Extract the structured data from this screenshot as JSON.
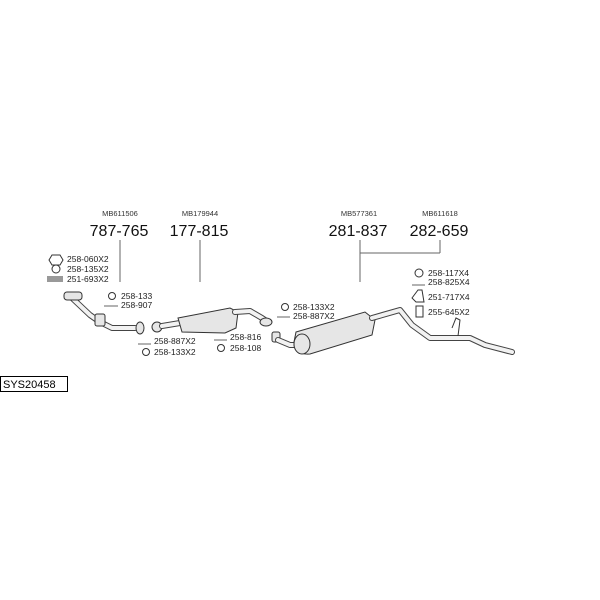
{
  "diagram_id": "SYS20458",
  "assemblies": [
    {
      "oem": "MB611506",
      "part": "787-765"
    },
    {
      "oem": "MB179944",
      "part": "177-815"
    },
    {
      "oem": "MB577361",
      "part": "281-837"
    },
    {
      "oem": "MB611618",
      "part": "282-659"
    }
  ],
  "fittings": {
    "front": [
      {
        "icon": "nut-icon",
        "label": "258-060X2"
      },
      {
        "icon": "ring-icon",
        "label": "258-135X2"
      },
      {
        "icon": "spring-icon",
        "label": "251-693X2"
      }
    ],
    "joint1": [
      {
        "icon": "gasket-icon",
        "label": "258-133"
      },
      {
        "icon": "bolt-icon",
        "label": "258-907"
      }
    ],
    "joint2": [
      {
        "icon": "bolt-icon",
        "label": "258-887X2"
      },
      {
        "icon": "gasket-icon",
        "label": "258-133X2"
      }
    ],
    "joint3": [
      {
        "icon": "bolt-icon",
        "label": "258-816"
      },
      {
        "icon": "ring-icon",
        "label": "258-108"
      }
    ],
    "joint4": [
      {
        "icon": "gasket-icon",
        "label": "258-133X2"
      },
      {
        "icon": "bolt-icon",
        "label": "258-887X2"
      }
    ],
    "rear": [
      {
        "icon": "ring-icon",
        "label": "258-117X4"
      },
      {
        "icon": "bolt-icon",
        "label": "258-825X4"
      },
      {
        "icon": "hanger-icon",
        "label": "251-717X4"
      },
      {
        "icon": "bracket-icon",
        "label": "255-645X2"
      }
    ]
  }
}
